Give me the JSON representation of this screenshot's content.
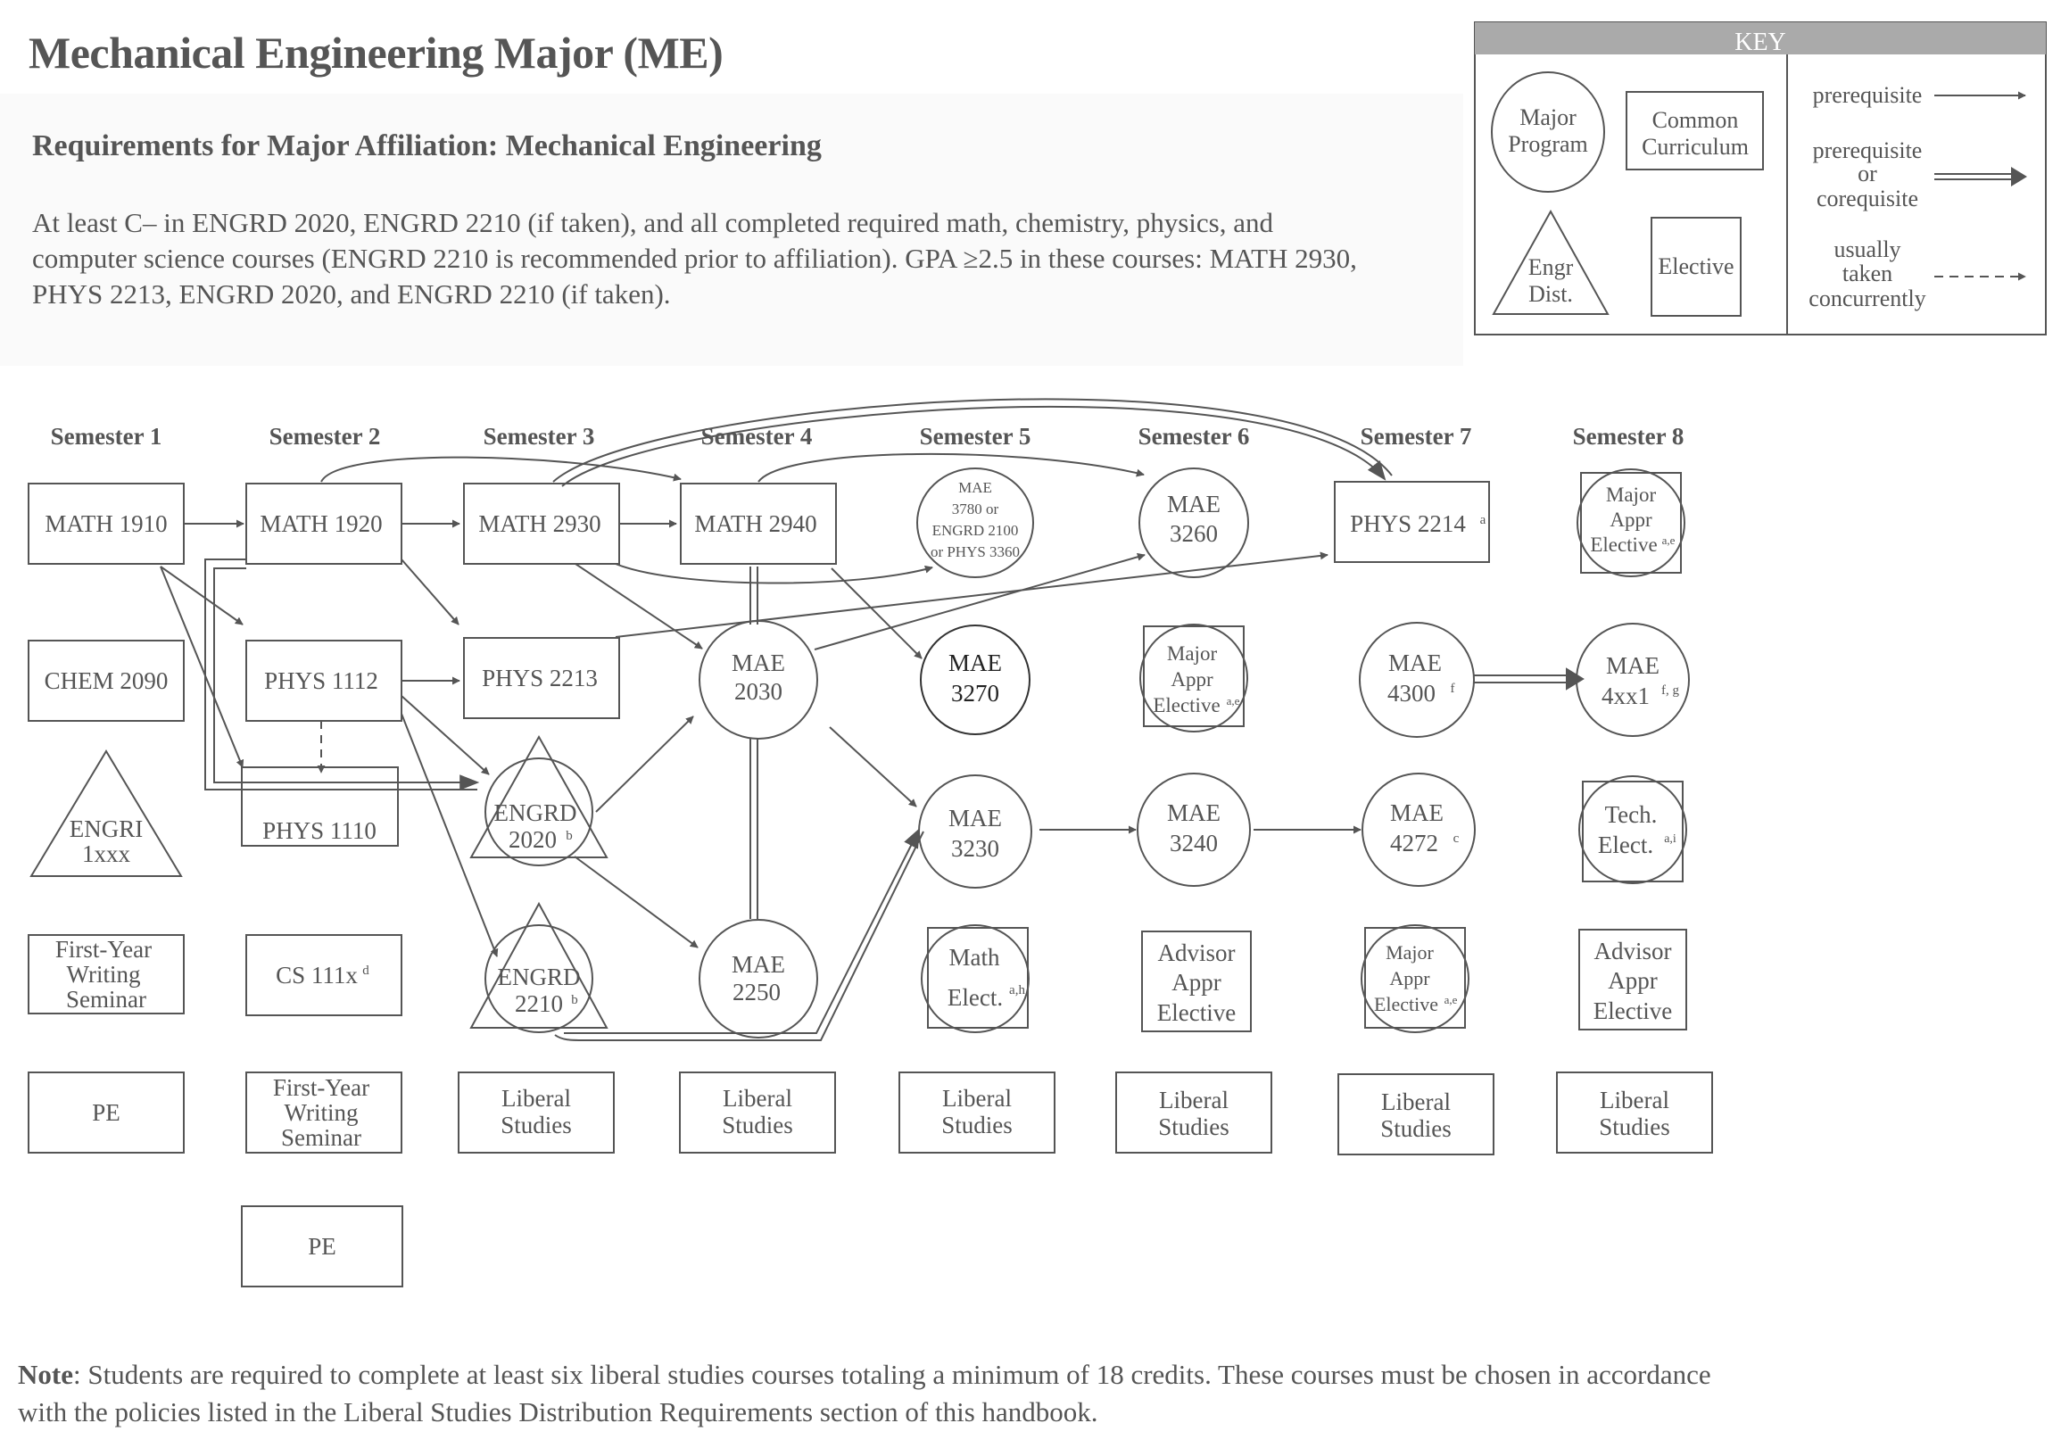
{
  "title": "Mechanical Engineering Major (ME)",
  "requirements": {
    "heading": "Requirements for Major Affiliation:  Mechanical Engineering",
    "lines": [
      "At least C– in ENGRD 2020, ENGRD 2210 (if taken), and all completed required math, chemistry, physics, and",
      "computer science courses (ENGRD 2210 is recommended prior to affiliation). GPA ≥2.5 in these courses: MATH 2930,",
      "PHYS 2213, ENGRD 2020, and ENGRD 2210 (if taken)."
    ]
  },
  "key": {
    "title": "KEY",
    "major_program": [
      "Major",
      "Program"
    ],
    "common_curriculum": [
      "Common",
      "Curriculum"
    ],
    "engr_dist": [
      "Engr",
      "Dist."
    ],
    "elective": [
      "Elective"
    ],
    "prerequisite": [
      "prerequisite"
    ],
    "prereq_or_coreq": [
      "prerequisite",
      "or",
      "corequisite"
    ],
    "concurrent": [
      "usually",
      "taken",
      "concurrently"
    ]
  },
  "semesters": [
    "Semester 1",
    "Semester 2",
    "Semester 3",
    "Semester 4",
    "Semester 5",
    "Semester 6",
    "Semester 7",
    "Semester 8"
  ],
  "courses": {
    "math1910": [
      "MATH 1910"
    ],
    "math1920": [
      "MATH 1920"
    ],
    "math2930": [
      "MATH 2930"
    ],
    "math2940": [
      "MATH 2940"
    ],
    "mae3780": [
      "MAE",
      "3780 or",
      "ENGRD 2100",
      "or PHYS 3360"
    ],
    "mae3260": [
      "MAE",
      "3260"
    ],
    "phys2214": [
      "PHYS 2214"
    ],
    "phys2214_sup": "a",
    "sem8_major_appr": [
      "Major",
      "Appr",
      "Elective"
    ],
    "sem8_major_appr_sup": "a,e",
    "chem2090": [
      "CHEM 2090"
    ],
    "phys1112": [
      "PHYS 1112"
    ],
    "phys2213": [
      "PHYS 2213"
    ],
    "mae2030": [
      "MAE",
      "2030"
    ],
    "mae3270": [
      "MAE",
      "3270"
    ],
    "sem6_major_appr": [
      "Major",
      "Appr",
      "Elective"
    ],
    "sem6_major_appr_sup": "a,e",
    "mae4300": [
      "MAE",
      "4300"
    ],
    "mae4300_sup": "f",
    "mae4xx1": [
      "MAE",
      "4xx1"
    ],
    "mae4xx1_sup": "f, g",
    "engri": [
      "ENGRI",
      "1xxx"
    ],
    "phys1110": [
      "PHYS 1110"
    ],
    "engrd2020": [
      "ENGRD",
      "2020"
    ],
    "engrd2020_sup": "b",
    "mae3230": [
      "MAE",
      "3230"
    ],
    "mae3240": [
      "MAE",
      "3240"
    ],
    "mae4272": [
      "MAE",
      "4272"
    ],
    "mae4272_sup": "c",
    "tech_elect": [
      "Tech.",
      "Elect."
    ],
    "tech_elect_sup": "a,i",
    "fws1": [
      "First-Year",
      "Writing",
      "Seminar"
    ],
    "cs111x": [
      "CS 111x"
    ],
    "cs111x_sup": "d",
    "engrd2210": [
      "ENGRD",
      "2210"
    ],
    "engrd2210_sup": "b",
    "mae2250": [
      "MAE",
      "2250"
    ],
    "math_elect": [
      "Math",
      "Elect."
    ],
    "math_elect_sup": "a,h",
    "advisor6": [
      "Advisor",
      "Appr",
      "Elective"
    ],
    "sem7_major_appr": [
      "Major",
      "Appr",
      "Elective"
    ],
    "sem7_major_appr_sup": "a,e",
    "advisor8": [
      "Advisor",
      "Appr",
      "Elective"
    ],
    "pe1": [
      "PE"
    ],
    "fws2": [
      "First-Year",
      "Writing",
      "Seminar"
    ],
    "lib3": [
      "Liberal",
      "Studies"
    ],
    "lib4": [
      "Liberal",
      "Studies"
    ],
    "lib5": [
      "Liberal",
      "Studies"
    ],
    "lib6": [
      "Liberal",
      "Studies"
    ],
    "lib7": [
      "Liberal",
      "Studies"
    ],
    "lib8": [
      "Liberal",
      "Studies"
    ],
    "pe2": [
      "PE"
    ]
  },
  "note": {
    "label": "Note",
    "text": ": Students are required to complete at least six liberal studies courses totaling a minimum of 18 credits.  These courses must be chosen in accordance",
    "text2": "with the policies listed in the Liberal Studies Distribution Requirements section of this handbook."
  }
}
